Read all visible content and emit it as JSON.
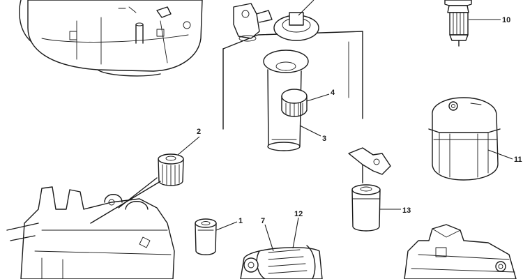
{
  "diagram": {
    "callouts": [
      {
        "id": "1",
        "label": "1"
      },
      {
        "id": "2",
        "label": "2"
      },
      {
        "id": "3",
        "label": "3"
      },
      {
        "id": "4",
        "label": "4"
      },
      {
        "id": "7",
        "label": "7"
      },
      {
        "id": "10",
        "label": "10"
      },
      {
        "id": "11",
        "label": "11"
      },
      {
        "id": "12",
        "label": "12"
      },
      {
        "id": "13",
        "label": "13"
      }
    ]
  }
}
